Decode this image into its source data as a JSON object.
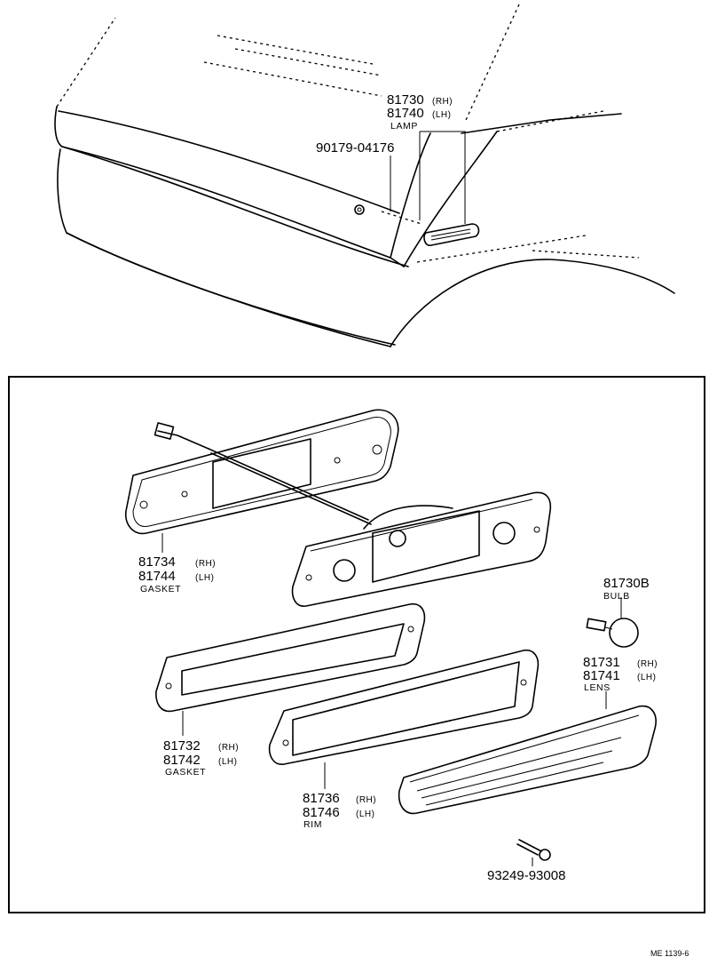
{
  "callouts": {
    "lamp": {
      "rh_part": "81730",
      "rh_side": "(RH)",
      "lh_part": "81740",
      "lh_side": "(LH)",
      "name": "LAMP"
    },
    "screw": {
      "part": "90179-04176"
    },
    "gasket1": {
      "rh_part": "81734",
      "rh_side": "(RH)",
      "lh_part": "81744",
      "lh_side": "(LH)",
      "name": "GASKET"
    },
    "bulb": {
      "part": "81730B",
      "name": "BULB"
    },
    "lens": {
      "rh_part": "81731",
      "rh_side": "(RH)",
      "lh_part": "81741",
      "lh_side": "(LH)",
      "name": "LENS"
    },
    "gasket2": {
      "rh_part": "81732",
      "rh_side": "(RH)",
      "lh_part": "81742",
      "lh_side": "(LH)",
      "name": "GASKET"
    },
    "rim": {
      "rh_part": "81736",
      "rh_side": "(RH)",
      "lh_part": "81746",
      "lh_side": "(LH)",
      "name": "RIM"
    },
    "bolt": {
      "part": "93249-93008"
    }
  },
  "footer": {
    "code": "ME 1139-6"
  }
}
